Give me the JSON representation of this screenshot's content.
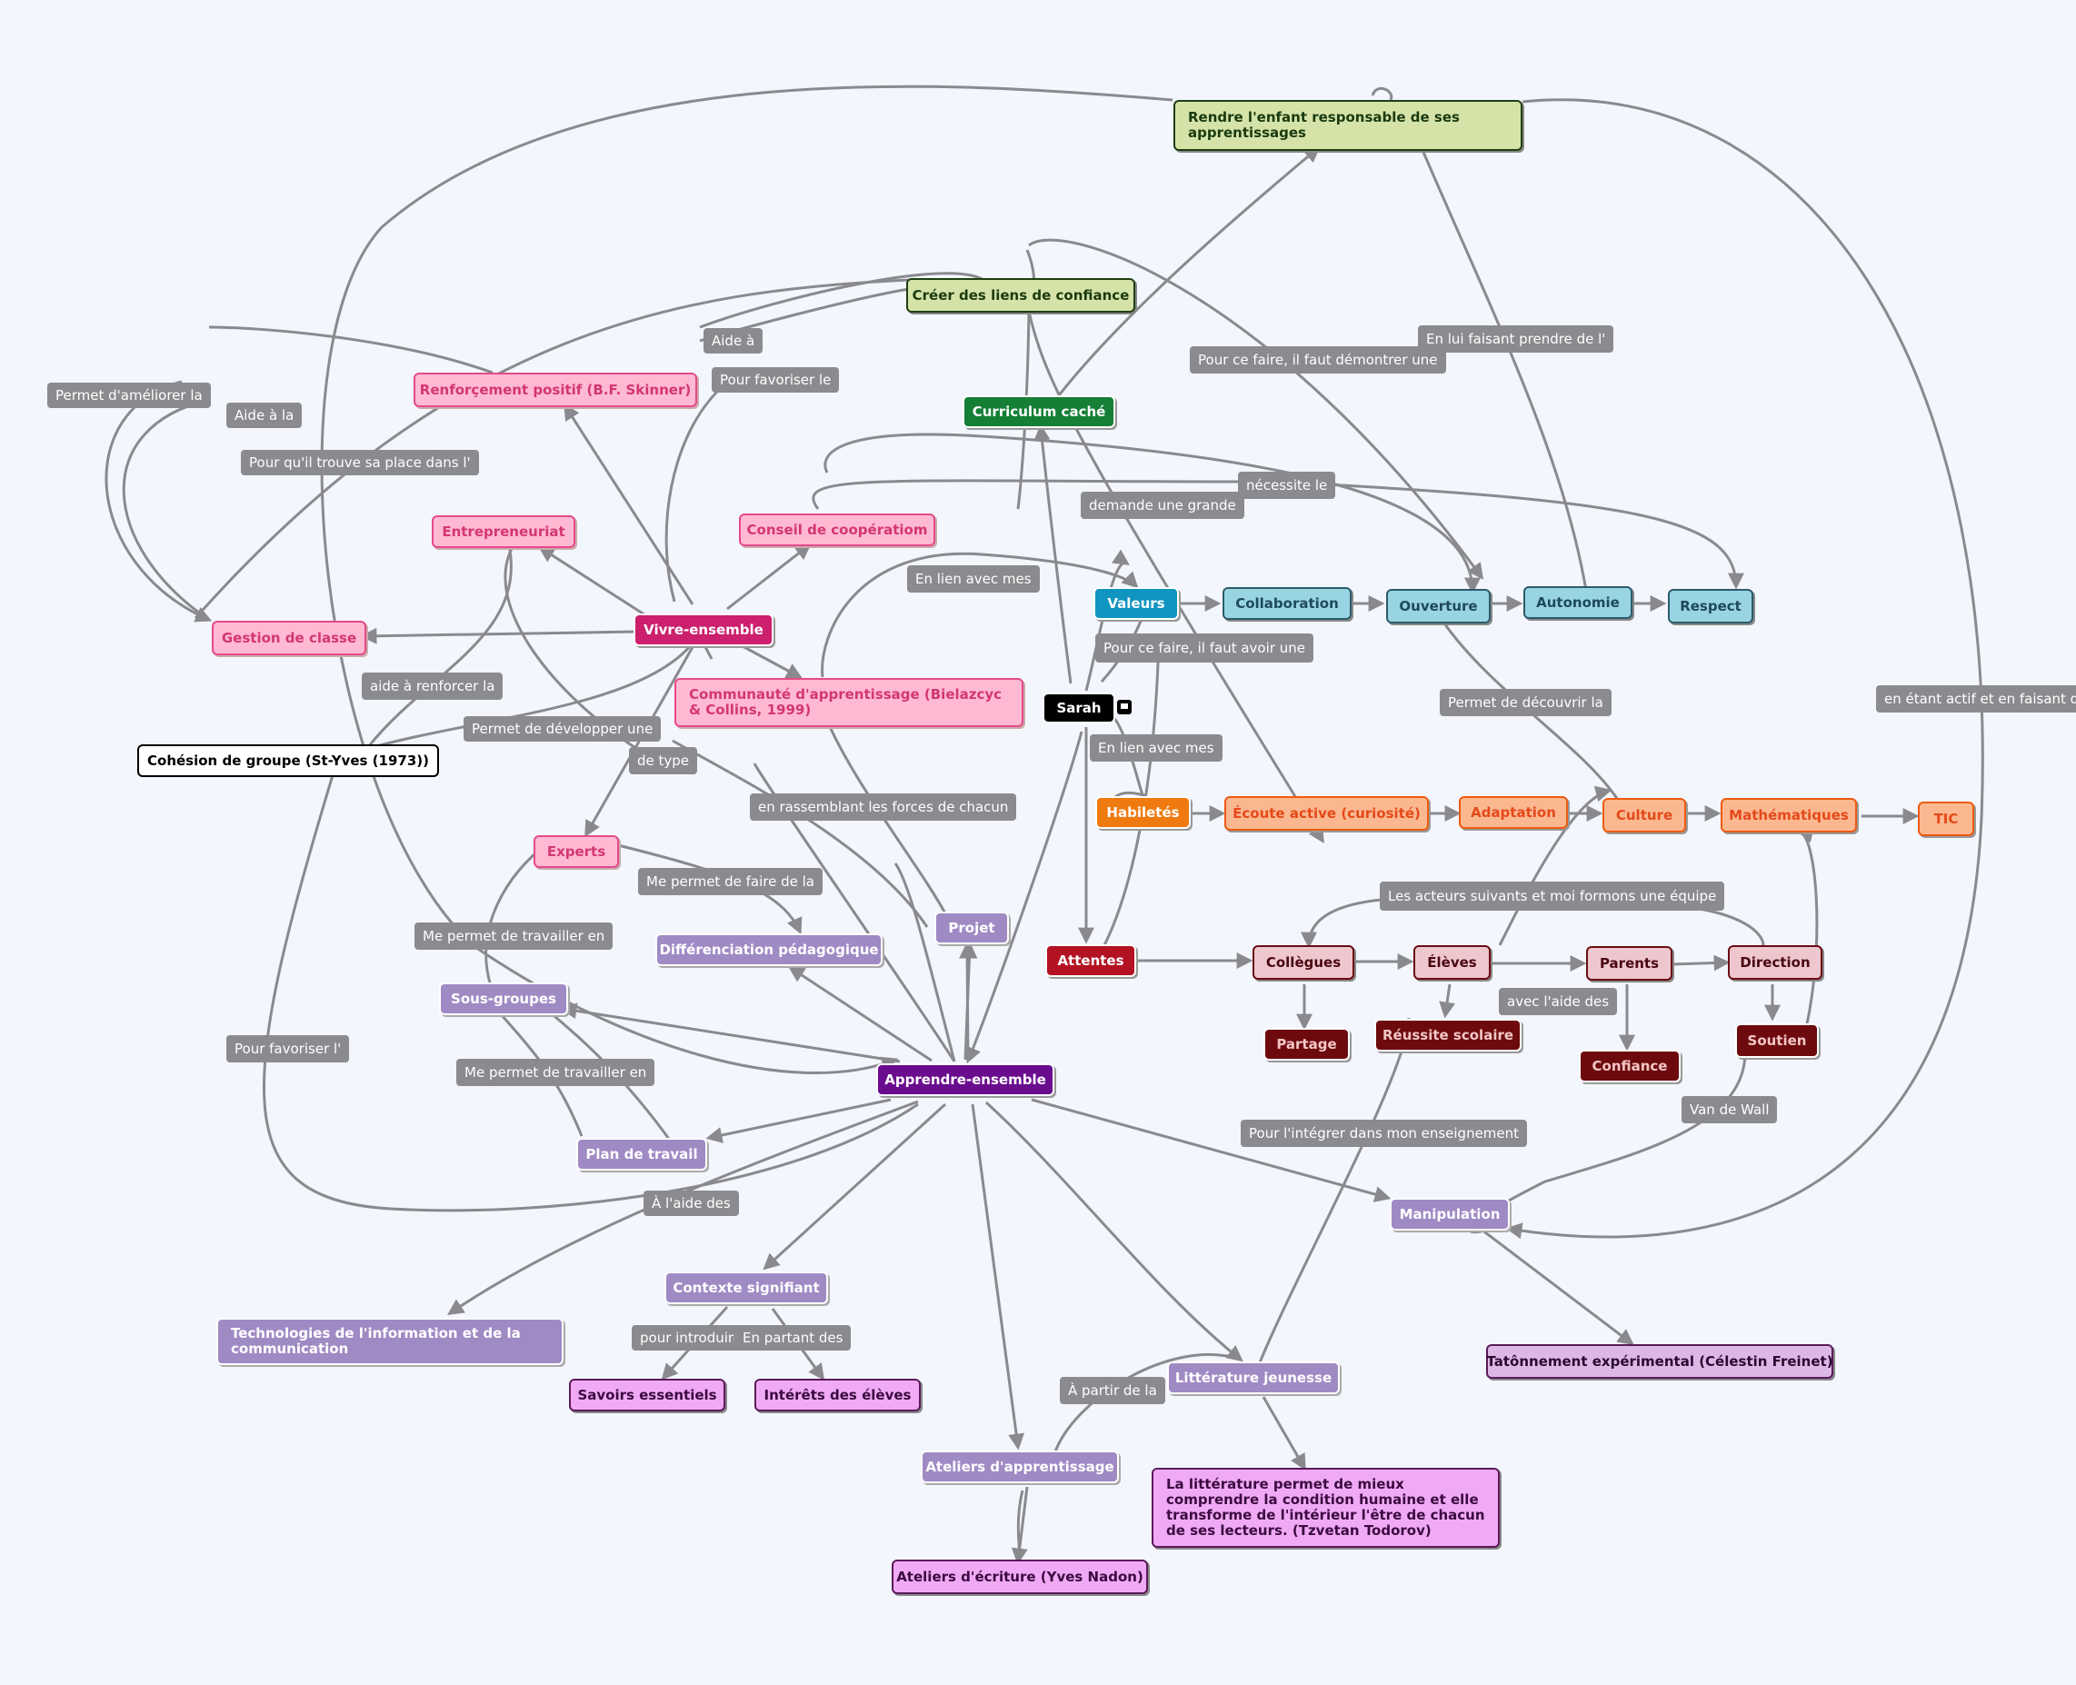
{
  "nodes": [
    {
      "id": "sarah",
      "text": "Sarah",
      "style": "black"
    },
    {
      "id": "rendre",
      "text": "Rendre l'enfant responsable de ses apprentissages",
      "style": "greenL"
    },
    {
      "id": "creer",
      "text": "Créer des liens de confiance",
      "style": "greenL"
    },
    {
      "id": "curriculum",
      "text": "Curriculum caché",
      "style": "green"
    },
    {
      "id": "renforcement",
      "text": "Renforçement positif (B.F. Skinner)",
      "style": "pink"
    },
    {
      "id": "entrepreneuriat",
      "text": "Entrepreneuriat",
      "style": "pink"
    },
    {
      "id": "conseil",
      "text": "Conseil de coopératiom",
      "style": "pink"
    },
    {
      "id": "gestion",
      "text": "Gestion de classe",
      "style": "pink"
    },
    {
      "id": "vivre",
      "text": "Vivre-ensemble",
      "style": "pinkdark"
    },
    {
      "id": "communaute",
      "text": "Communauté d'apprentissage (Bielazcyc & Collins, 1999)",
      "style": "pink"
    },
    {
      "id": "cohesion",
      "text": "Cohésion de groupe (St-Yves (1973))",
      "style": "white"
    },
    {
      "id": "experts",
      "text": "Experts",
      "style": "pink"
    },
    {
      "id": "valeurs",
      "text": "Valeurs",
      "style": "teal"
    },
    {
      "id": "collaboration",
      "text": "Collaboration",
      "style": "tealL"
    },
    {
      "id": "ouverture",
      "text": "Ouverture",
      "style": "tealL"
    },
    {
      "id": "autonomie",
      "text": "Autonomie",
      "style": "tealL"
    },
    {
      "id": "respect",
      "text": "Respect",
      "style": "tealL"
    },
    {
      "id": "habiletes",
      "text": "Habiletés",
      "style": "orange"
    },
    {
      "id": "ecoute",
      "text": "Écoute active (curiosité)",
      "style": "orangeL"
    },
    {
      "id": "adaptation",
      "text": "Adaptation",
      "style": "orangeL"
    },
    {
      "id": "culture",
      "text": "Culture",
      "style": "orangeL"
    },
    {
      "id": "mathematiques",
      "text": "Mathématiques",
      "style": "orangeL"
    },
    {
      "id": "tic",
      "text": "TIC",
      "style": "orangeL"
    },
    {
      "id": "attentes",
      "text": "Attentes",
      "style": "red"
    },
    {
      "id": "collegues",
      "text": "Collègues",
      "style": "rose"
    },
    {
      "id": "eleves",
      "text": "Élèves",
      "style": "rose"
    },
    {
      "id": "parents",
      "text": "Parents",
      "style": "rose"
    },
    {
      "id": "direction",
      "text": "Direction",
      "style": "rose"
    },
    {
      "id": "partage",
      "text": "Partage",
      "style": "maroon"
    },
    {
      "id": "reussite",
      "text": "Réussite scolaire",
      "style": "maroon"
    },
    {
      "id": "confiance",
      "text": "Confiance",
      "style": "maroon"
    },
    {
      "id": "soutien",
      "text": "Soutien",
      "style": "maroon"
    },
    {
      "id": "projet",
      "text": "Projet",
      "style": "purpleL"
    },
    {
      "id": "differenciation",
      "text": "Différenciation pédagogique",
      "style": "purpleL"
    },
    {
      "id": "sousgroupes",
      "text": "Sous-groupes",
      "style": "purpleL"
    },
    {
      "id": "apprendre",
      "text": "Apprendre-ensemble",
      "style": "purpleD"
    },
    {
      "id": "plan",
      "text": "Plan de travail",
      "style": "purpleL"
    },
    {
      "id": "technologies",
      "text": "Technologies de l'information et de la communication",
      "style": "purpleL"
    },
    {
      "id": "contexte",
      "text": "Contexte signifiant",
      "style": "purpleL"
    },
    {
      "id": "savoirs",
      "text": "Savoirs essentiels",
      "style": "violet"
    },
    {
      "id": "interets",
      "text": "Intérêts des élèves",
      "style": "violet"
    },
    {
      "id": "manipulation",
      "text": "Manipulation",
      "style": "purpleL"
    },
    {
      "id": "tatonnement",
      "text": "Tatônnement expérimental (Célestin Freinet)",
      "style": "lilac"
    },
    {
      "id": "litterature",
      "text": "Littérature jeunesse",
      "style": "purpleL"
    },
    {
      "id": "ateliersA",
      "text": "Ateliers d'apprentissage",
      "style": "purpleL"
    },
    {
      "id": "ateliersE",
      "text": "Ateliers d'écriture (Yves Nadon)",
      "style": "violet"
    },
    {
      "id": "citation",
      "text": "La littérature permet de mieux comprendre la condition humaine et elle transforme de l'intérieur l'être de chacun de ses lecteurs. (Tzvetan Todorov)",
      "style": "violet"
    }
  ],
  "labels": [
    {
      "id": "l_aide_a",
      "text": "Aide à"
    },
    {
      "id": "l_pour_favoriser_le",
      "text": "Pour favoriser le"
    },
    {
      "id": "l_permet_ameliorer",
      "text": "Permet d'améliorer la"
    },
    {
      "id": "l_aide_a_la",
      "text": "Aide à la"
    },
    {
      "id": "l_place",
      "text": "Pour qu'il trouve sa place dans l'"
    },
    {
      "id": "l_pour_ce_faire_demontrer",
      "text": "Pour ce faire, il faut démontrer une"
    },
    {
      "id": "l_en_lui_faisant",
      "text": "En lui faisant prendre de l'"
    },
    {
      "id": "l_necessite",
      "text": "nécessite le"
    },
    {
      "id": "l_demande",
      "text": "demande une grande"
    },
    {
      "id": "l_en_lien_mes_1",
      "text": "En lien avec mes"
    },
    {
      "id": "l_pour_ce_faire_avoir",
      "text": "Pour ce faire, il faut avoir une"
    },
    {
      "id": "l_en_lien_mes_2",
      "text": "En lien avec mes"
    },
    {
      "id": "l_permet_decouvrir",
      "text": "Permet de découvrir la"
    },
    {
      "id": "l_actif",
      "text": "en étant actif et en faisant de la"
    },
    {
      "id": "l_aide_renforcer",
      "text": "aide à renforcer la"
    },
    {
      "id": "l_permet_developper",
      "text": "Permet de développer une"
    },
    {
      "id": "l_de_type",
      "text": "de type"
    },
    {
      "id": "l_rassemblant",
      "text": "en rassemblant les forces de chacun"
    },
    {
      "id": "l_me_permet_faire",
      "text": "Me permet de faire de la"
    },
    {
      "id": "l_acteurs",
      "text": "Les acteurs suivants et moi formons une équipe"
    },
    {
      "id": "l_travailler_1",
      "text": "Me permet de travailler en"
    },
    {
      "id": "l_avec_aide",
      "text": "avec l'aide des"
    },
    {
      "id": "l_travailler_2",
      "text": "Me permet de travailler en"
    },
    {
      "id": "l_favoriser",
      "text": "Pour favoriser l'"
    },
    {
      "id": "l_van_de_wall",
      "text": "Van de Wall"
    },
    {
      "id": "l_integrer",
      "text": "Pour l'intégrer dans mon enseignement"
    },
    {
      "id": "l_aide_des",
      "text": "À l'aide des"
    },
    {
      "id": "l_introduire",
      "text": "pour introduire le"
    },
    {
      "id": "l_partant",
      "text": "En partant des"
    },
    {
      "id": "l_a_partir",
      "text": "À partir de la"
    }
  ]
}
